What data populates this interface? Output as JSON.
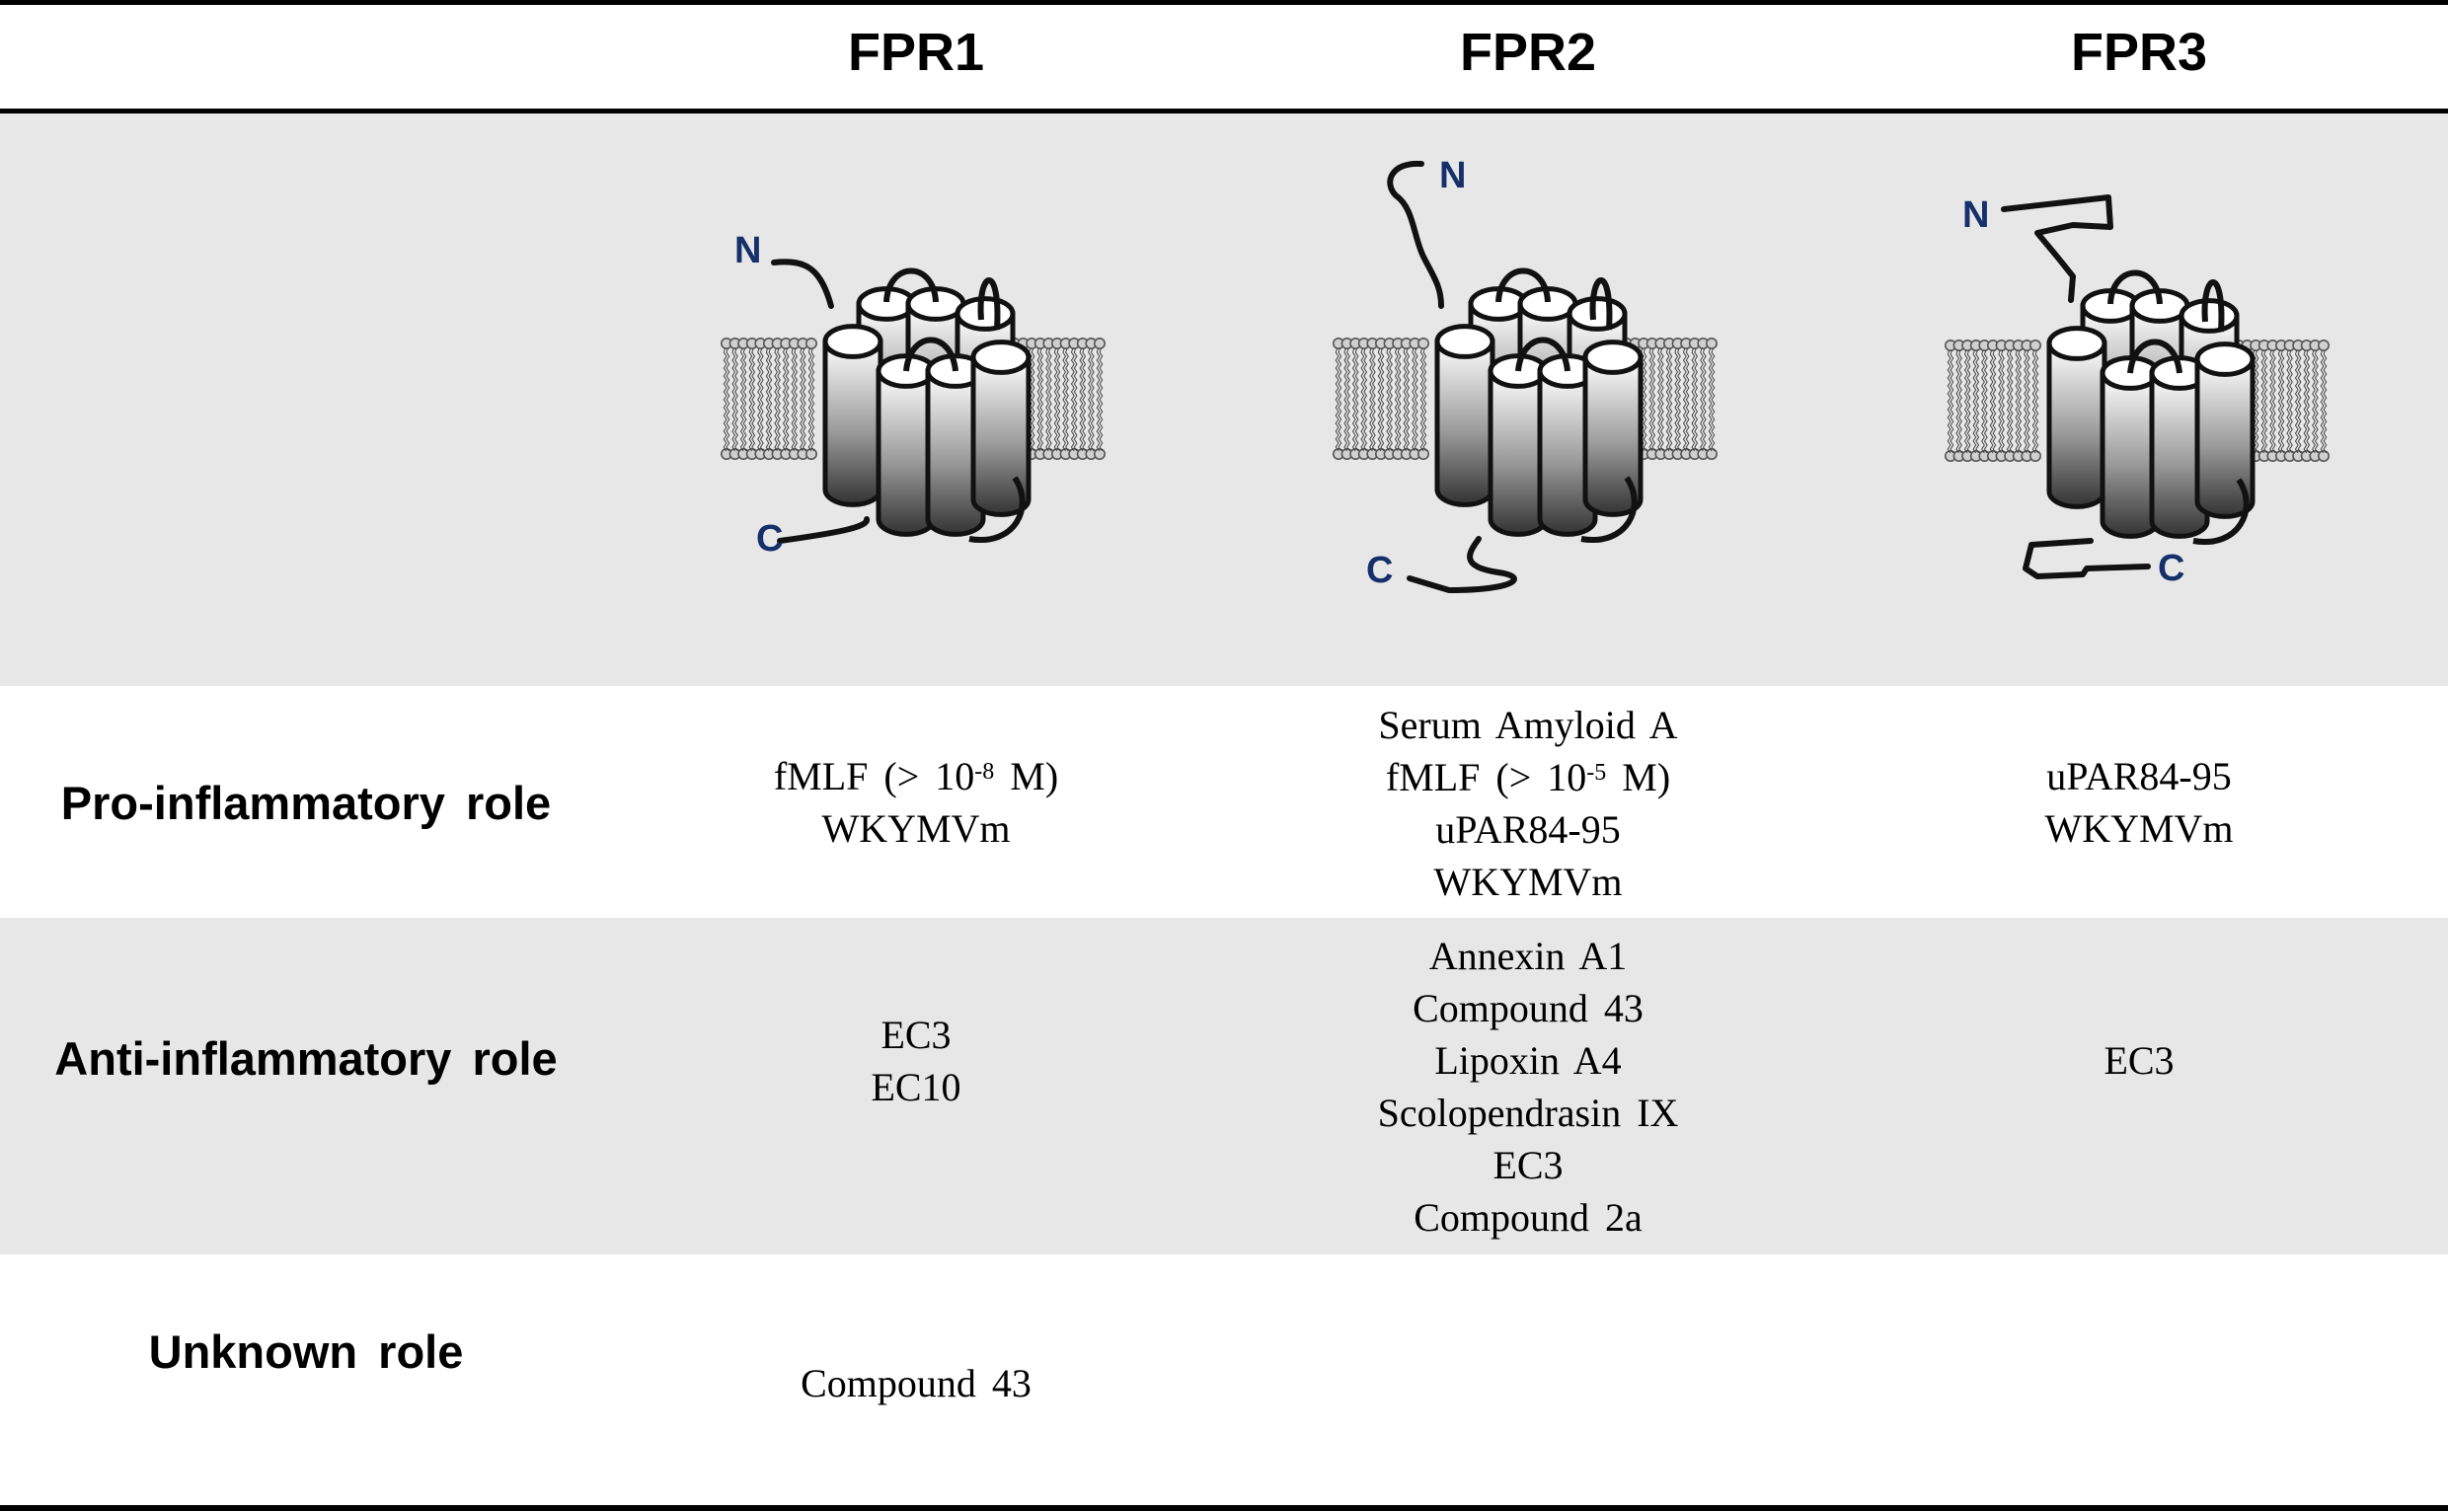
{
  "columns": [
    {
      "label": "FPR1"
    },
    {
      "label": "FPR2"
    },
    {
      "label": "FPR3"
    }
  ],
  "terminal_labels": {
    "n": "N",
    "c": "C"
  },
  "rows": [
    {
      "label": "Pro-inflammatory role",
      "cells": [
        [
          {
            "text": "fMLF (> 10",
            "sup": "-8",
            "tail": " M)"
          },
          {
            "text": "WKYMVm"
          }
        ],
        [
          {
            "text": "Serum Amyloid A"
          },
          {
            "text": "fMLF (> 10",
            "sup": "-5",
            "tail": " M)"
          },
          {
            "text": "uPAR84-95"
          },
          {
            "text": "WKYMVm"
          }
        ],
        [
          {
            "text": "uPAR84-95"
          },
          {
            "text": "WKYMVm"
          }
        ]
      ]
    },
    {
      "label": "Anti-inflammatory role",
      "cells": [
        [
          {
            "text": "EC3"
          },
          {
            "text": "EC10"
          }
        ],
        [
          {
            "text": "Annexin A1"
          },
          {
            "text": "Compound 43"
          },
          {
            "text": "Lipoxin A4"
          },
          {
            "text": "Scolopendrasin IX"
          },
          {
            "text": "EC3"
          },
          {
            "text": "Compound 2a"
          }
        ],
        [
          {
            "text": "EC3"
          }
        ]
      ]
    },
    {
      "label": "Unknown role",
      "cells": [
        [
          {
            "text": "Compound 43"
          }
        ],
        [],
        []
      ]
    }
  ],
  "colors": {
    "band": "#e7e7e7",
    "terminal_label": "#16306b",
    "rule": "#000000"
  }
}
